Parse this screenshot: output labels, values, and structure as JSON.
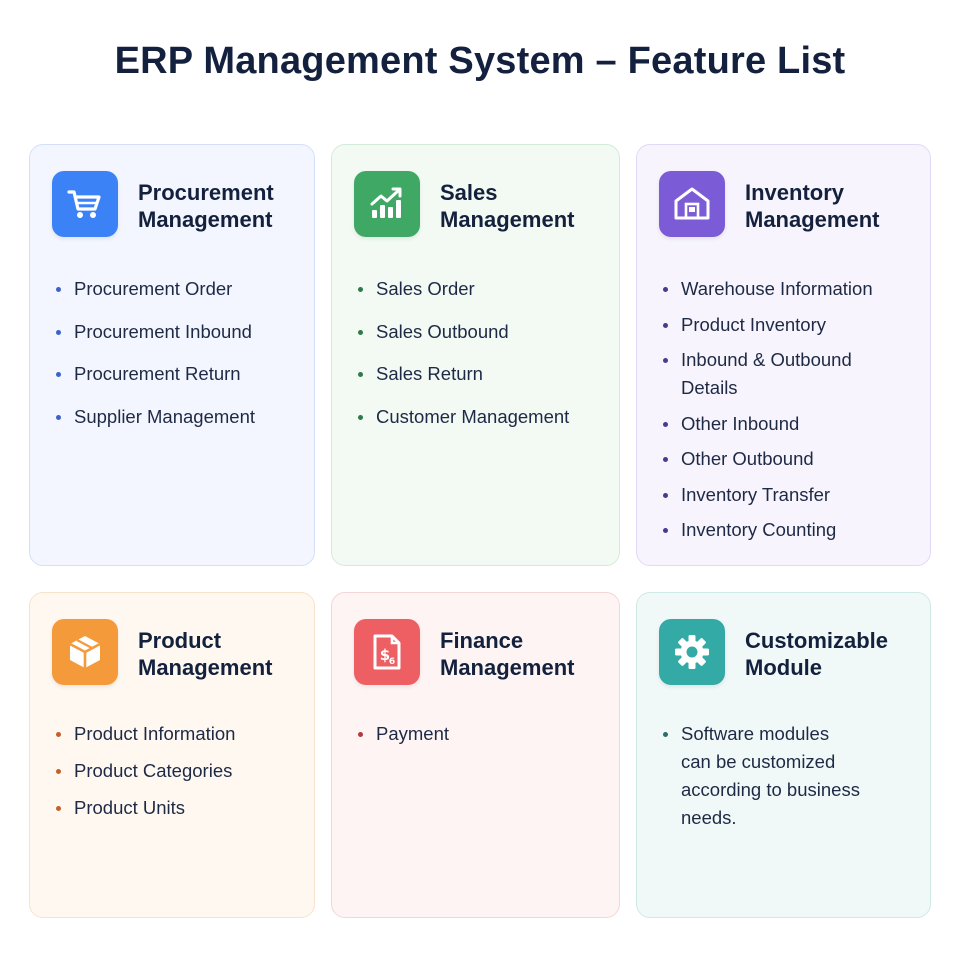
{
  "title": "ERP Management System – Feature List",
  "cards": [
    {
      "key": "procurement",
      "title_lines": [
        "Procurement",
        "Management"
      ],
      "icon": "shopping-cart-icon",
      "colors": {
        "tile": "#3b82f6",
        "bg": "#f3f6fe",
        "border": "#d5e0f8",
        "bullet": "#3b62c8"
      },
      "items": [
        "Procurement Order",
        "Procurement Inbound",
        "Procurement Return",
        "Supplier Management"
      ]
    },
    {
      "key": "sales",
      "title_lines": [
        "Sales",
        "Management"
      ],
      "icon": "growth-chart-icon",
      "colors": {
        "tile": "#3fa864",
        "bg": "#f3faf4",
        "border": "#d4ebd9",
        "bullet": "#2f7a49"
      },
      "items": [
        "Sales Order",
        "Sales Outbound",
        "Sales Return",
        "Customer Management"
      ]
    },
    {
      "key": "inventory",
      "title_lines": [
        "Inventory",
        "Management"
      ],
      "icon": "warehouse-icon",
      "colors": {
        "tile": "#7c5cd6",
        "bg": "#f7f4fd",
        "border": "#e2d9f6",
        "bullet": "#4b3a8c"
      },
      "items": [
        "Warehouse Information",
        "Product Inventory",
        "Inbound & Outbound Details",
        "Other Inbound",
        "Other Outbound",
        "Inventory Transfer",
        "Inventory Counting"
      ]
    },
    {
      "key": "product",
      "title_lines": [
        "Product",
        "Management"
      ],
      "icon": "box-icon",
      "colors": {
        "tile": "#f59a3a",
        "bg": "#fef8f1",
        "border": "#f6e3cc",
        "bullet": "#c4612a"
      },
      "items": [
        "Product Information",
        "Product Categories",
        "Product Units"
      ]
    },
    {
      "key": "finance",
      "title_lines": [
        "Finance",
        "Management"
      ],
      "icon": "finance-document-icon",
      "colors": {
        "tile": "#ee5f64",
        "bg": "#fef4f4",
        "border": "#f6d5d6",
        "bullet": "#b23a3e"
      },
      "items": [
        "Payment"
      ]
    },
    {
      "key": "custom",
      "title_lines": [
        "Customizable",
        "Module"
      ],
      "icon": "gear-icon",
      "colors": {
        "tile": "#33aaa6",
        "bg": "#f0f9f8",
        "border": "#cfe9e7",
        "bullet": "#2a6f6c"
      },
      "items": [
        "Software modules can be customized according to business needs."
      ]
    }
  ]
}
